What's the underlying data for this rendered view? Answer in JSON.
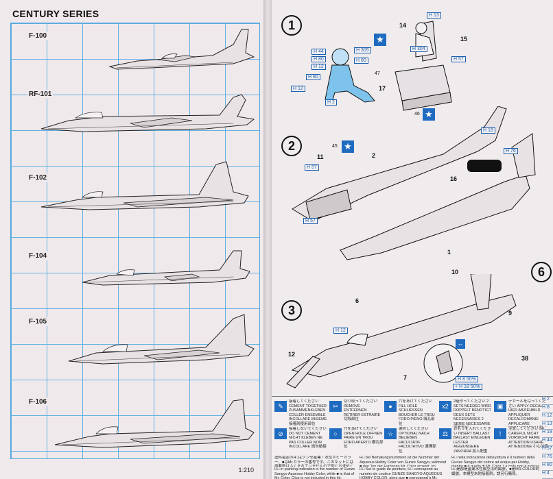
{
  "left": {
    "title": "CENTURY SERIES",
    "aircraft": [
      "F-100",
      "RF-101",
      "F-102",
      "F-104",
      "F-105",
      "F-106"
    ],
    "scale": "1:210"
  },
  "right": {
    "steps": [
      "1",
      "2",
      "3",
      "6"
    ],
    "parts": [
      "14",
      "15",
      "17",
      "11",
      "2",
      "16",
      "1",
      "10",
      "6",
      "9",
      "12",
      "7",
      "38"
    ],
    "paints": [
      "H 13",
      "H 44",
      "H 80",
      "H 12",
      "H 80",
      "H 12",
      "H 2",
      "H 305",
      "H 80",
      "H 304",
      "H 57",
      "H 18",
      "H 76",
      "H 57",
      "H 57",
      "H 12",
      "H 8 50%",
      "+ H 18 50%"
    ],
    "decal_nums": [
      "47",
      "46",
      "45"
    ],
    "legend": [
      {
        "icon": "✎",
        "text": "接着してください CEMENT TOGETHER ZUSAMMENKLEBEN COLLER ENSEMBLE INCOLLARE INSIEME 接着剤使用部位"
      },
      {
        "icon": "✂",
        "text": "切り取ってください REMOVE ENTFERNEN RETIRER ESTRAIRE 切除部位"
      },
      {
        "icon": "●",
        "text": "穴をあけてください FILL HOLE SCHLIESSEN BOUCHER LE TROU FORO PIENO 填孔部位"
      },
      {
        "icon": "x2",
        "text": "2組作ってください 2 SETS NEEDED WIRD DOPPELT BENOTIGT DEUX SETS NECESSAIRES 2 SERIE NECESSARIE 需要兩組"
      },
      {
        "icon": "▣",
        "text": "デカールをはってください APPLY DECAL HIER ABZIEHBILD APPLIQUER DECALCOMANIE APPLICARE DECALCOMANIA 貼上水貼"
      },
      {
        "icon": "⊘",
        "text": "接着しないでください DO NOT CEMENT NICHT KLEBEN NE PAS COLLER NON INCOLLARE 請勿黏接"
      },
      {
        "icon": "○",
        "text": "穴をあけてください OPEN HOLE OFFNEN FAIRE UN TROU FORO APERTO 鑽孔部位"
      },
      {
        "icon": "☆",
        "text": "選択してください OPTIONAL NACH BELIEBEN FACULTATIF FACOLTATIVO 選擇部位"
      },
      {
        "icon": "⚖",
        "text": "おもりを入れてください INSERT BALLAST BALLAST EINLEGEN LESTER AGGIUNGERE ZAVORRA 加入配重"
      },
      {
        "icon": "!",
        "text": "注意してください BE CAREFUL NICHT VORSICHT FAIRE ATTENTION USARE ATTENZIONE 小心注意"
      }
    ],
    "notes": [
      "塗料指定のH□はグンゼ産業・水性ホビーカラー、■はMr.カラーの番号です。このキットには接着剤はふくまれていませんので別にお求めください。",
      "H□ in painting indication is the number of Gunze Sangyo Aqueous Hobby Color, while ■ is that of Mr. Color. Glue is not included in this kit.",
      "H□ bei Bemalungsnummern ist die Nummer der Aqueous Hobby Color von Gunze Sangyo, während ■ den Ton der Farbserie Mr. Color anzeigt. Im Bausatz ist kein Klebstoff enthalten.",
      "H□ Sur le guide de peinture, H□ correspond au numéro de couleur GUNZE SANGYO AQUEOUS HOBBY COLOR, alors que ■ correspond à Mr. COLOR. La colle n'est pas fournie dans ce kit.",
      "H□ nella indicazione della pittura è il numero della Gunze Sangyo del colore ad acqua per Hobby, mentre ■ è quello di Mr. Color. La colla non è inclusa nella scatola di montaggio.",
      "H□是郡是產業水性模型漆的編號，■是MR.COLOR的編號。本模型未附接着劑，請另行購買。"
    ],
    "edge_codes": [
      "H 2",
      "H 8",
      "H 12",
      "H 13",
      "H 18",
      "H 44",
      "H 57",
      "H 76",
      "H 80",
      "H 4"
    ]
  }
}
